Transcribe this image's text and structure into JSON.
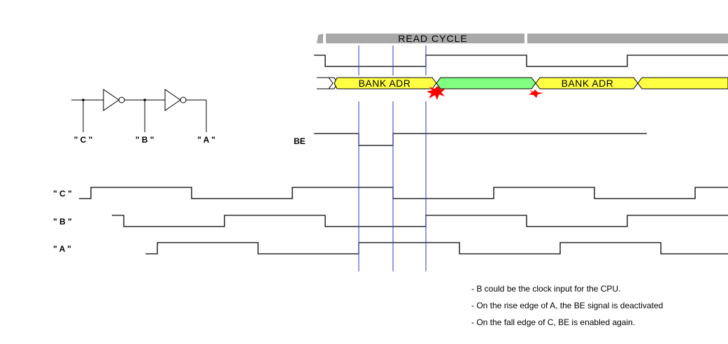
{
  "header": {
    "read_cycle_label": "READ CYCLE"
  },
  "bus": {
    "segment_1_label": "BANK ADR",
    "segment_2_label": "BANK ADR"
  },
  "signals": {
    "be_label": "BE",
    "c_label": "\" C \"",
    "b_label": "\" B \"",
    "a_label": "\" A \""
  },
  "circuit": {
    "node_c_label": "\" C \"",
    "node_b_label": "\" B \"",
    "node_a_label": "\" A \""
  },
  "notes": [
    "- B could be the clock input for the CPU.",
    "- On the rise edge of A, the BE signal is deactivated",
    "- On the fall edge of C, BE is enabled again."
  ],
  "colors": {
    "header_bar": "#a8a8a8",
    "bus_yellow": "#ffff44",
    "bus_green": "#80ff80",
    "cursor_lines": "#3333cc",
    "glitch_red": "#ff0000"
  }
}
